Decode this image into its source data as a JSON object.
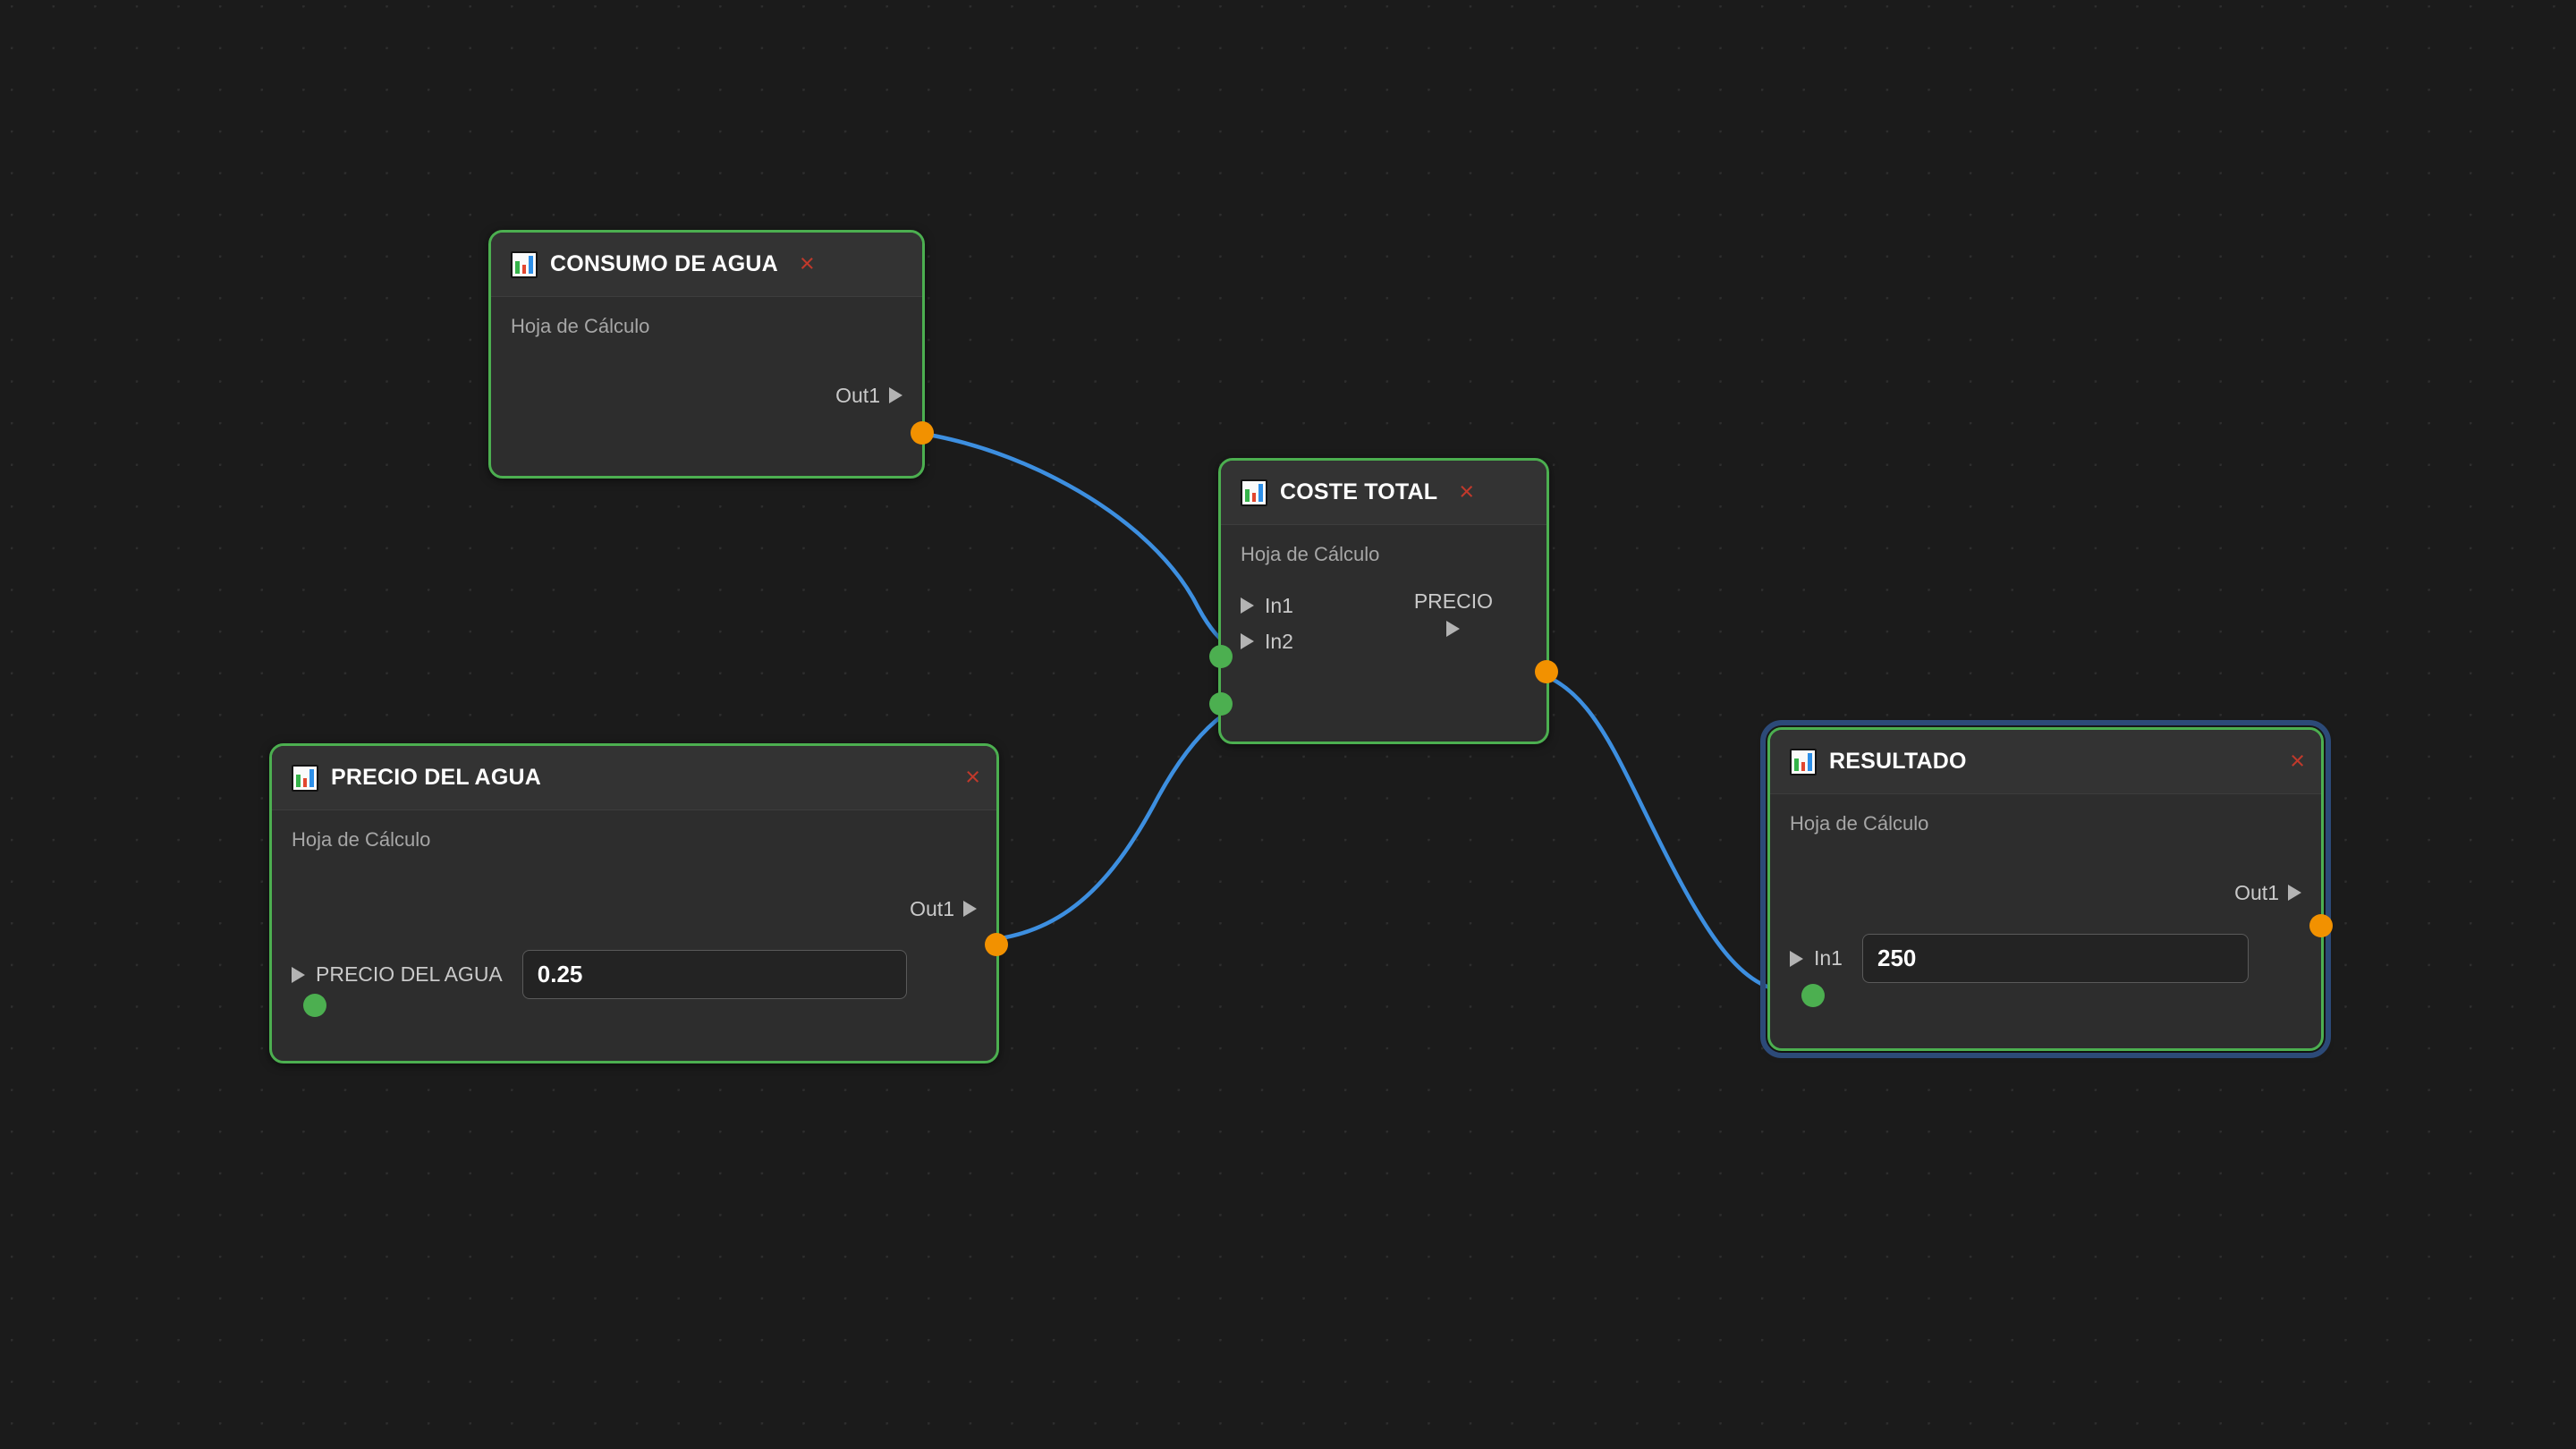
{
  "canvas": {
    "background_color": "#1b1b1b",
    "grid_dot_color": "#2e2e2e",
    "wire_color": "#3d8fe0",
    "node_border_color": "#4caf50",
    "selection_color": "#2c4a78",
    "input_port_color": "#4caf50",
    "output_port_color": "#f29100",
    "close_icon_color": "#c0392b"
  },
  "nodes": [
    {
      "id": "consumo-de-agua",
      "title": "CONSUMO DE AGUA",
      "subtitle": "Hoja de Cálculo",
      "icon": "bar-chart-icon",
      "close_label": "×",
      "selected": false,
      "outputs": [
        {
          "label": "Out1"
        }
      ],
      "inputs": []
    },
    {
      "id": "coste-total",
      "title": "COSTE TOTAL",
      "subtitle": "Hoja de Cálculo",
      "icon": "bar-chart-icon",
      "close_label": "×",
      "selected": false,
      "inputs": [
        {
          "label": "In1"
        },
        {
          "label": "In2"
        }
      ],
      "outputs": [
        {
          "label": "PRECIO"
        }
      ]
    },
    {
      "id": "precio-del-agua",
      "title": "PRECIO DEL AGUA",
      "subtitle": "Hoja de Cálculo",
      "icon": "bar-chart-icon",
      "close_label": "×",
      "selected": false,
      "outputs": [
        {
          "label": "Out1"
        }
      ],
      "inputs": [
        {
          "label": "PRECIO DEL AGUA",
          "value": "0.25"
        }
      ]
    },
    {
      "id": "resultado",
      "title": "RESULTADO",
      "subtitle": "Hoja de Cálculo",
      "icon": "bar-chart-icon",
      "close_label": "×",
      "selected": true,
      "outputs": [
        {
          "label": "Out1"
        }
      ],
      "inputs": [
        {
          "label": "In1",
          "value": "250"
        }
      ]
    }
  ],
  "connections": [
    {
      "from": "consumo-de-agua.Out1",
      "to": "coste-total.In1"
    },
    {
      "from": "precio-del-agua.Out1",
      "to": "coste-total.In2"
    },
    {
      "from": "coste-total.PRECIO",
      "to": "resultado.In1"
    }
  ]
}
